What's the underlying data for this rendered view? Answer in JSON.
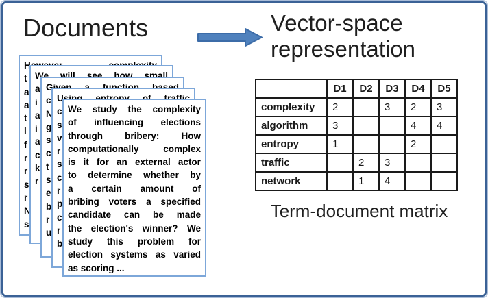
{
  "left_panel": {
    "title": "Documents"
  },
  "right_panel": {
    "title_line1": "Vector-space",
    "title_line2": "representation",
    "caption": "Term-document matrix"
  },
  "arrow": {
    "meaning": "documents-to-vector-space",
    "fill": "#4f81bd",
    "stroke": "#3c6ca8"
  },
  "colors": {
    "outer_border": "#3b6296",
    "outer_border_halo": "#a9bcd8",
    "card_border": "#7da7d9",
    "table_border": "#1a1a1a",
    "text": "#1a1a1a"
  },
  "documents": [
    {
      "lines": [
        {
          "t": "However complexity",
          "j": true
        },
        {
          "t": "t"
        },
        {
          "t": "a"
        },
        {
          "t": "a"
        },
        {
          "t": "t"
        },
        {
          "t": "l"
        },
        {
          "t": "f"
        },
        {
          "t": "r"
        },
        {
          "t": "r"
        },
        {
          "t": "s"
        },
        {
          "t": "r"
        },
        {
          "t": "N"
        },
        {
          "t": "s"
        }
      ]
    },
    {
      "lines": [
        {
          "t": "We will see how small",
          "j": true
        },
        {
          "t": "a"
        },
        {
          "t": "i"
        },
        {
          "t": "a"
        },
        {
          "t": "i"
        },
        {
          "t": "a"
        },
        {
          "t": "c"
        },
        {
          "t": "k"
        },
        {
          "t": "r"
        }
      ]
    },
    {
      "lines": [
        {
          "t": "Given a function based",
          "j": true
        },
        {
          "t": "c"
        },
        {
          "t": "N"
        },
        {
          "t": "g"
        },
        {
          "t": "s"
        },
        {
          "t": "c"
        },
        {
          "t": "t"
        },
        {
          "t": "s"
        },
        {
          "t": "e"
        },
        {
          "t": "b"
        },
        {
          "t": "r"
        },
        {
          "t": "u"
        }
      ]
    },
    {
      "lines": [
        {
          "t": "Using entropy of traffic",
          "j": true
        },
        {
          "t": "c"
        },
        {
          "t": "s"
        },
        {
          "t": "v"
        },
        {
          "t": "r"
        },
        {
          "t": "s"
        },
        {
          "t": "c"
        },
        {
          "t": "r"
        },
        {
          "t": "p"
        },
        {
          "t": "c"
        },
        {
          "t": "r"
        },
        {
          "t": "b"
        }
      ]
    },
    {
      "lines": [
        {
          "t": "We study the complexity",
          "j": true
        },
        {
          "t": "of influencing elections",
          "j": true
        },
        {
          "t": "through bribery: How",
          "j": true
        },
        {
          "t": "computationally complex",
          "j": true
        },
        {
          "t": "is it for an external actor",
          "j": true
        },
        {
          "t": "to determine whether by",
          "j": true
        },
        {
          "t": "a certain amount of",
          "j": true
        },
        {
          "t": "bribing voters a specified",
          "j": true
        },
        {
          "t": "candidate can be made",
          "j": true
        },
        {
          "t": "the election's winner? We",
          "j": true
        },
        {
          "t": "study this problem for",
          "j": true
        },
        {
          "t": "election systems as varied",
          "j": true
        },
        {
          "t": "as scoring ...",
          "j": false
        }
      ]
    }
  ],
  "matrix": {
    "headers": [
      "",
      "D1",
      "D2",
      "D3",
      "D4",
      "D5"
    ],
    "rows": [
      {
        "term": "complexity",
        "values": [
          "2",
          "",
          "3",
          "2",
          "3"
        ]
      },
      {
        "term": "algorithm",
        "values": [
          "3",
          "",
          "",
          "4",
          "4"
        ]
      },
      {
        "term": "entropy",
        "values": [
          "1",
          "",
          "",
          "2",
          ""
        ]
      },
      {
        "term": "traffic",
        "values": [
          "",
          "2",
          "3",
          "",
          ""
        ]
      },
      {
        "term": "network",
        "values": [
          "",
          "1",
          "4",
          "",
          ""
        ]
      }
    ]
  }
}
